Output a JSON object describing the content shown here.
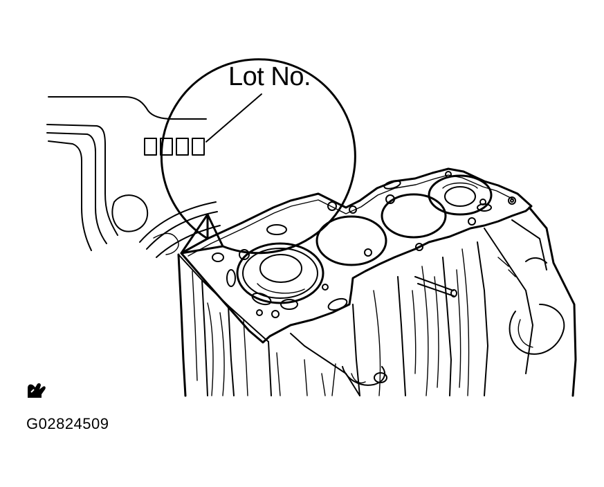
{
  "callout": {
    "label": "Lot No.",
    "mark_boxes": 4
  },
  "figure": {
    "code": "G02824509",
    "icon": "new-part-icon"
  },
  "colors": {
    "ink": "#000000",
    "paper": "#ffffff"
  }
}
